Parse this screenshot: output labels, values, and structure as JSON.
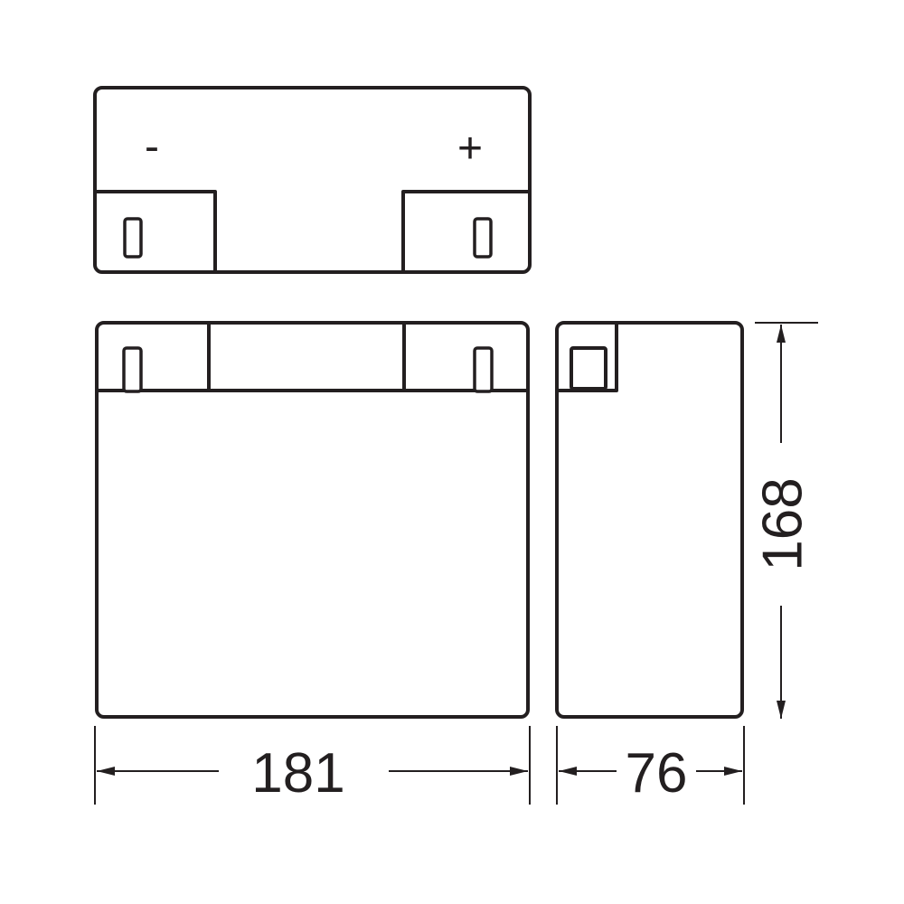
{
  "top_view": {
    "negative_symbol": "-",
    "positive_symbol": "+"
  },
  "dimensions": {
    "width": "181",
    "depth": "76",
    "height": "168"
  },
  "colors": {
    "line": "#231f20",
    "background": "#ffffff"
  }
}
